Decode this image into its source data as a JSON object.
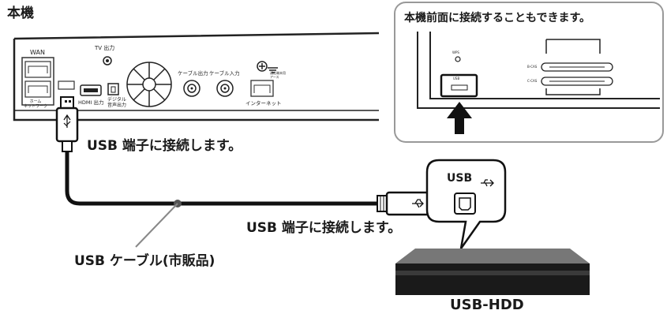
{
  "main_unit_title": "本機",
  "rear_panel": {
    "tv_out": "TV 出力",
    "wan": "WAN",
    "home_network": "ホーム\nネットワーク",
    "hdmi_out": "HDMI 出力",
    "digital_audio_out": "デジタル\n音声出力",
    "cable_out": "ケーブル出力",
    "cable_in": "ケーブル入力",
    "internet": "インターネット",
    "ground": "通信端末用\nアース"
  },
  "front_callout": {
    "title": "本機前面に接続することもできます。",
    "wps": "WPS",
    "usb": "USB",
    "bcas": "B-CAS",
    "ccas": "C-CAS"
  },
  "labels": {
    "connect_usb_top": "USB 端子に接続します。",
    "connect_usb_hdd": "USB 端子に接続します。",
    "usb_cable": "USB ケーブル(市販品)",
    "hdd_usb": "USB",
    "hdd": "USB-HDD"
  }
}
